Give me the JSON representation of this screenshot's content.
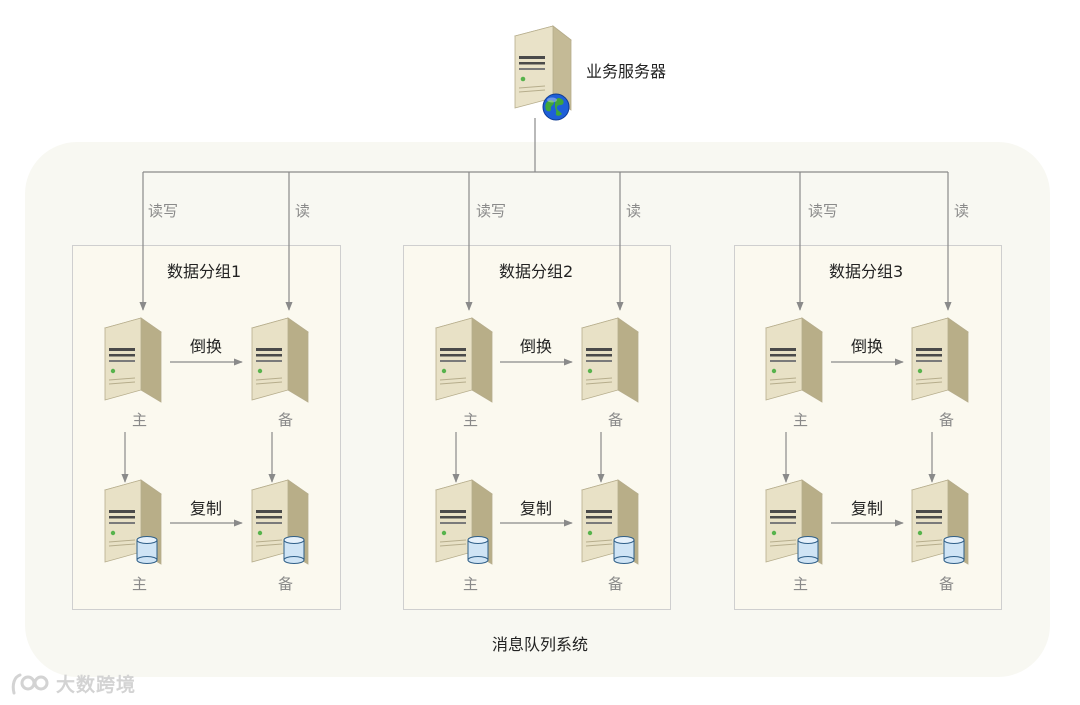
{
  "business_server": {
    "label": "业务服务器"
  },
  "system": {
    "label": "消息队列系统"
  },
  "link_labels": {
    "read_write": "读写",
    "read": "读"
  },
  "groups": [
    {
      "title": "数据分组1",
      "failover": "倒换",
      "replicate": "复制",
      "primary": "主",
      "backup": "备"
    },
    {
      "title": "数据分组2",
      "failover": "倒换",
      "replicate": "复制",
      "primary": "主",
      "backup": "备"
    },
    {
      "title": "数据分组3",
      "failover": "倒换",
      "replicate": "复制",
      "primary": "主",
      "backup": "备"
    }
  ],
  "watermark": {
    "text": "大数跨境"
  },
  "icons": [
    "server-icon",
    "globe-icon",
    "database-icon",
    "logo-icon"
  ],
  "colors": {
    "system_bg": "#f8f8f2",
    "group_bg": "#fbf9ef",
    "group_border": "#cfcfcf",
    "line": "#8a8a8a",
    "server_front": "#e8e1c6",
    "server_side": "#b8ae88",
    "server_top": "#f3efe0",
    "globe_blue": "#1e5fd8",
    "globe_green": "#3fa63a",
    "db_blue": "#cfe4f5"
  }
}
